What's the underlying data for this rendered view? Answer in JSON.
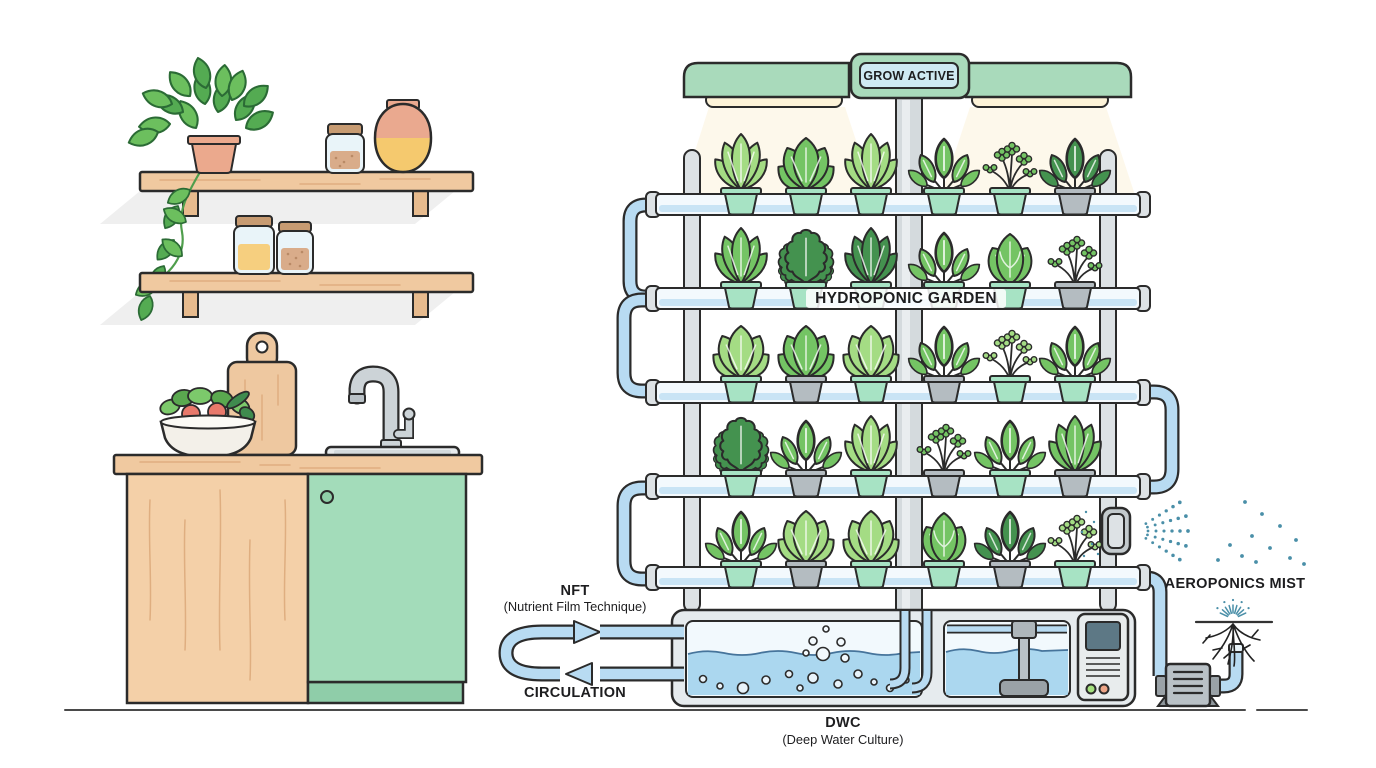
{
  "labels": {
    "grow_active": "GROW ACTIVE",
    "garden_title": "HYDROPONIC GARDEN",
    "nft": {
      "title": "NFT",
      "subtitle": "(Nutrient Film Technique)"
    },
    "circulation": "CIRCULATION",
    "dwc": {
      "title": "DWC",
      "subtitle": "(Deep Water Culture)"
    },
    "aeroponics": "AEROPONICS MIST"
  },
  "colors": {
    "outline": "#2b2b2b",
    "canopy_green": "#a9dabb",
    "badge_blue": "#cfe9f2",
    "light_cream": "#fdf3d8",
    "beam": "#fcf2da",
    "frame_gray": "#dde2e5",
    "column_gray": "#d4dadd",
    "tray_white": "#f3f9fd",
    "tray_water": "#c9e4f5",
    "pipe_blue": "#b8dbf2",
    "water_blue": "#abd7ef",
    "tank_bg": "#f2f9fd",
    "box_gray": "#e6ebee",
    "panel_gray": "#e8eced",
    "screen_slate": "#5d7885",
    "led_green": "#a5e17e",
    "led_orange": "#eda587",
    "pump_gray": "#b9c1c6",
    "pot_mint": "#a7e3c4",
    "pot_gray": "#b4bcc1",
    "leaf_light": "#a4dc84",
    "leaf_mid": "#74c464",
    "leaf_dark": "#44924f",
    "pothos_green": "#6cbf5e",
    "pothos_green_dark": "#54ab52",
    "wood": "#f0c9a0",
    "cabinet_green": "#a3dcba",
    "mist_teal": "#4a8fa8"
  },
  "tower": {
    "shelves": 5,
    "plants_per_shelf": 6,
    "rows": [
      {
        "plants": [
          {
            "type": "romaine",
            "shade": "light",
            "pot": "mint"
          },
          {
            "type": "lettuce",
            "shade": "mid",
            "pot": "mint"
          },
          {
            "type": "romaine",
            "shade": "light",
            "pot": "mint"
          },
          {
            "type": "spinach",
            "shade": "mid",
            "pot": "mint"
          },
          {
            "type": "herb",
            "shade": "mid",
            "pot": "mint"
          },
          {
            "type": "spinach",
            "shade": "dark",
            "pot": "gray"
          }
        ]
      },
      {
        "plants": [
          {
            "type": "romaine",
            "shade": "mid",
            "pot": "mint"
          },
          {
            "type": "kale",
            "shade": "dark",
            "pot": "mint"
          },
          {
            "type": "romaine",
            "shade": "dark",
            "pot": "mint"
          },
          {
            "type": "spinach",
            "shade": "mid",
            "pot": "mint"
          },
          {
            "type": "bokchoy",
            "shade": "mid",
            "pot": "mint"
          },
          {
            "type": "herb",
            "shade": "mid",
            "pot": "gray"
          }
        ]
      },
      {
        "plants": [
          {
            "type": "lettuce",
            "shade": "light",
            "pot": "mint"
          },
          {
            "type": "lettuce",
            "shade": "mid",
            "pot": "gray"
          },
          {
            "type": "lettuce",
            "shade": "light",
            "pot": "mint"
          },
          {
            "type": "spinach",
            "shade": "mid",
            "pot": "gray"
          },
          {
            "type": "herb",
            "shade": "light",
            "pot": "mint"
          },
          {
            "type": "spinach",
            "shade": "mid",
            "pot": "mint"
          }
        ]
      },
      {
        "plants": [
          {
            "type": "kale",
            "shade": "dark",
            "pot": "mint"
          },
          {
            "type": "spinach",
            "shade": "mid",
            "pot": "gray"
          },
          {
            "type": "romaine",
            "shade": "light",
            "pot": "mint"
          },
          {
            "type": "herb",
            "shade": "mid",
            "pot": "gray"
          },
          {
            "type": "spinach",
            "shade": "mid",
            "pot": "mint"
          },
          {
            "type": "romaine",
            "shade": "mid",
            "pot": "gray"
          }
        ]
      },
      {
        "plants": [
          {
            "type": "spinach",
            "shade": "mid",
            "pot": "mint"
          },
          {
            "type": "lettuce",
            "shade": "light",
            "pot": "gray"
          },
          {
            "type": "lettuce",
            "shade": "light",
            "pot": "mint"
          },
          {
            "type": "bokchoy",
            "shade": "mid",
            "pot": "mint"
          },
          {
            "type": "spinach",
            "shade": "dark",
            "pot": "gray"
          },
          {
            "type": "herb",
            "shade": "light",
            "pot": "mint"
          }
        ]
      }
    ]
  },
  "kitchen": {
    "upper_shelf_items": [
      "hanging-plant",
      "small-jar",
      "honey-pot"
    ],
    "lower_shelf_items": [
      "jar-yellow",
      "jar-grains"
    ],
    "counter_items": [
      "vegetable-bowl",
      "cutting-board",
      "sink-faucet",
      "green-cabinet"
    ]
  }
}
